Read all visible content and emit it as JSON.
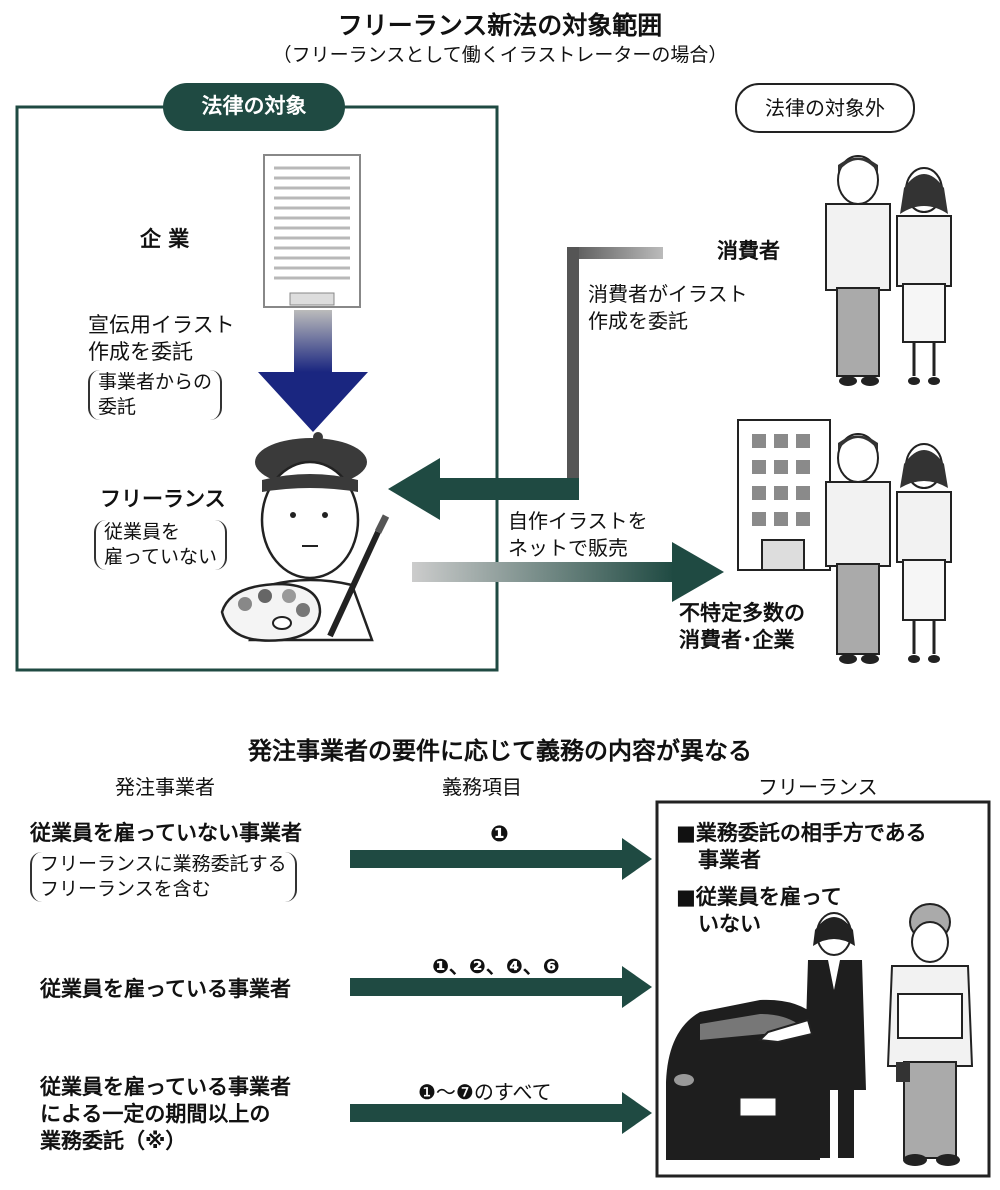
{
  "header": {
    "title": "フリーランス新法の対象範囲",
    "subtitle": "（フリーランスとして働くイラストレーターの場合）"
  },
  "top": {
    "in_scope_label": "法律の対象",
    "out_scope_label": "法律の対象外",
    "company_label": "企 業",
    "commission_line1": "宣伝用イラスト",
    "commission_line2": "作成を委託",
    "commission_note_line1": "事業者からの",
    "commission_note_line2": "委託",
    "freelance_label": "フリーランス",
    "freelance_note_line1": "従業員を",
    "freelance_note_line2": "雇っていない",
    "consumer_label": "消費者",
    "consumer_note_line1": "消費者がイラスト",
    "consumer_note_line2": "作成を委託",
    "online_line1": "自作イラストを",
    "online_line2": "ネットで販売",
    "public_line1": "不特定多数の",
    "public_line2": "消費者･企業"
  },
  "bottom": {
    "heading": "発注事業者の要件に応じて義務の内容が異なる",
    "col_orderer": "発注事業者",
    "col_duty": "義務項目",
    "col_freelance": "フリーランス",
    "rows": [
      {
        "orderer_line1": "従業員を雇っていない事業者",
        "orderer_note_line1": "フリーランスに業務委託する",
        "orderer_note_line2": "フリーランスを含む",
        "duty": "❶"
      },
      {
        "orderer_line1": "従業員を雇っている事業者",
        "duty": "❶、❷、❹、❻"
      },
      {
        "orderer_line1": "従業員を雇っている事業者",
        "orderer_line2": "による一定の期間以上の",
        "orderer_line3": "業務委託（※）",
        "duty": "❶～❼のすべて"
      }
    ],
    "criteria": [
      {
        "line1": "■業務委託の相手方である",
        "line2": "事業者"
      },
      {
        "line1": "■従業員を雇って",
        "line2": "いない"
      }
    ]
  },
  "colors": {
    "dark_green": "#1f4a42",
    "navy": "#1a2680",
    "gray": "#777777"
  }
}
